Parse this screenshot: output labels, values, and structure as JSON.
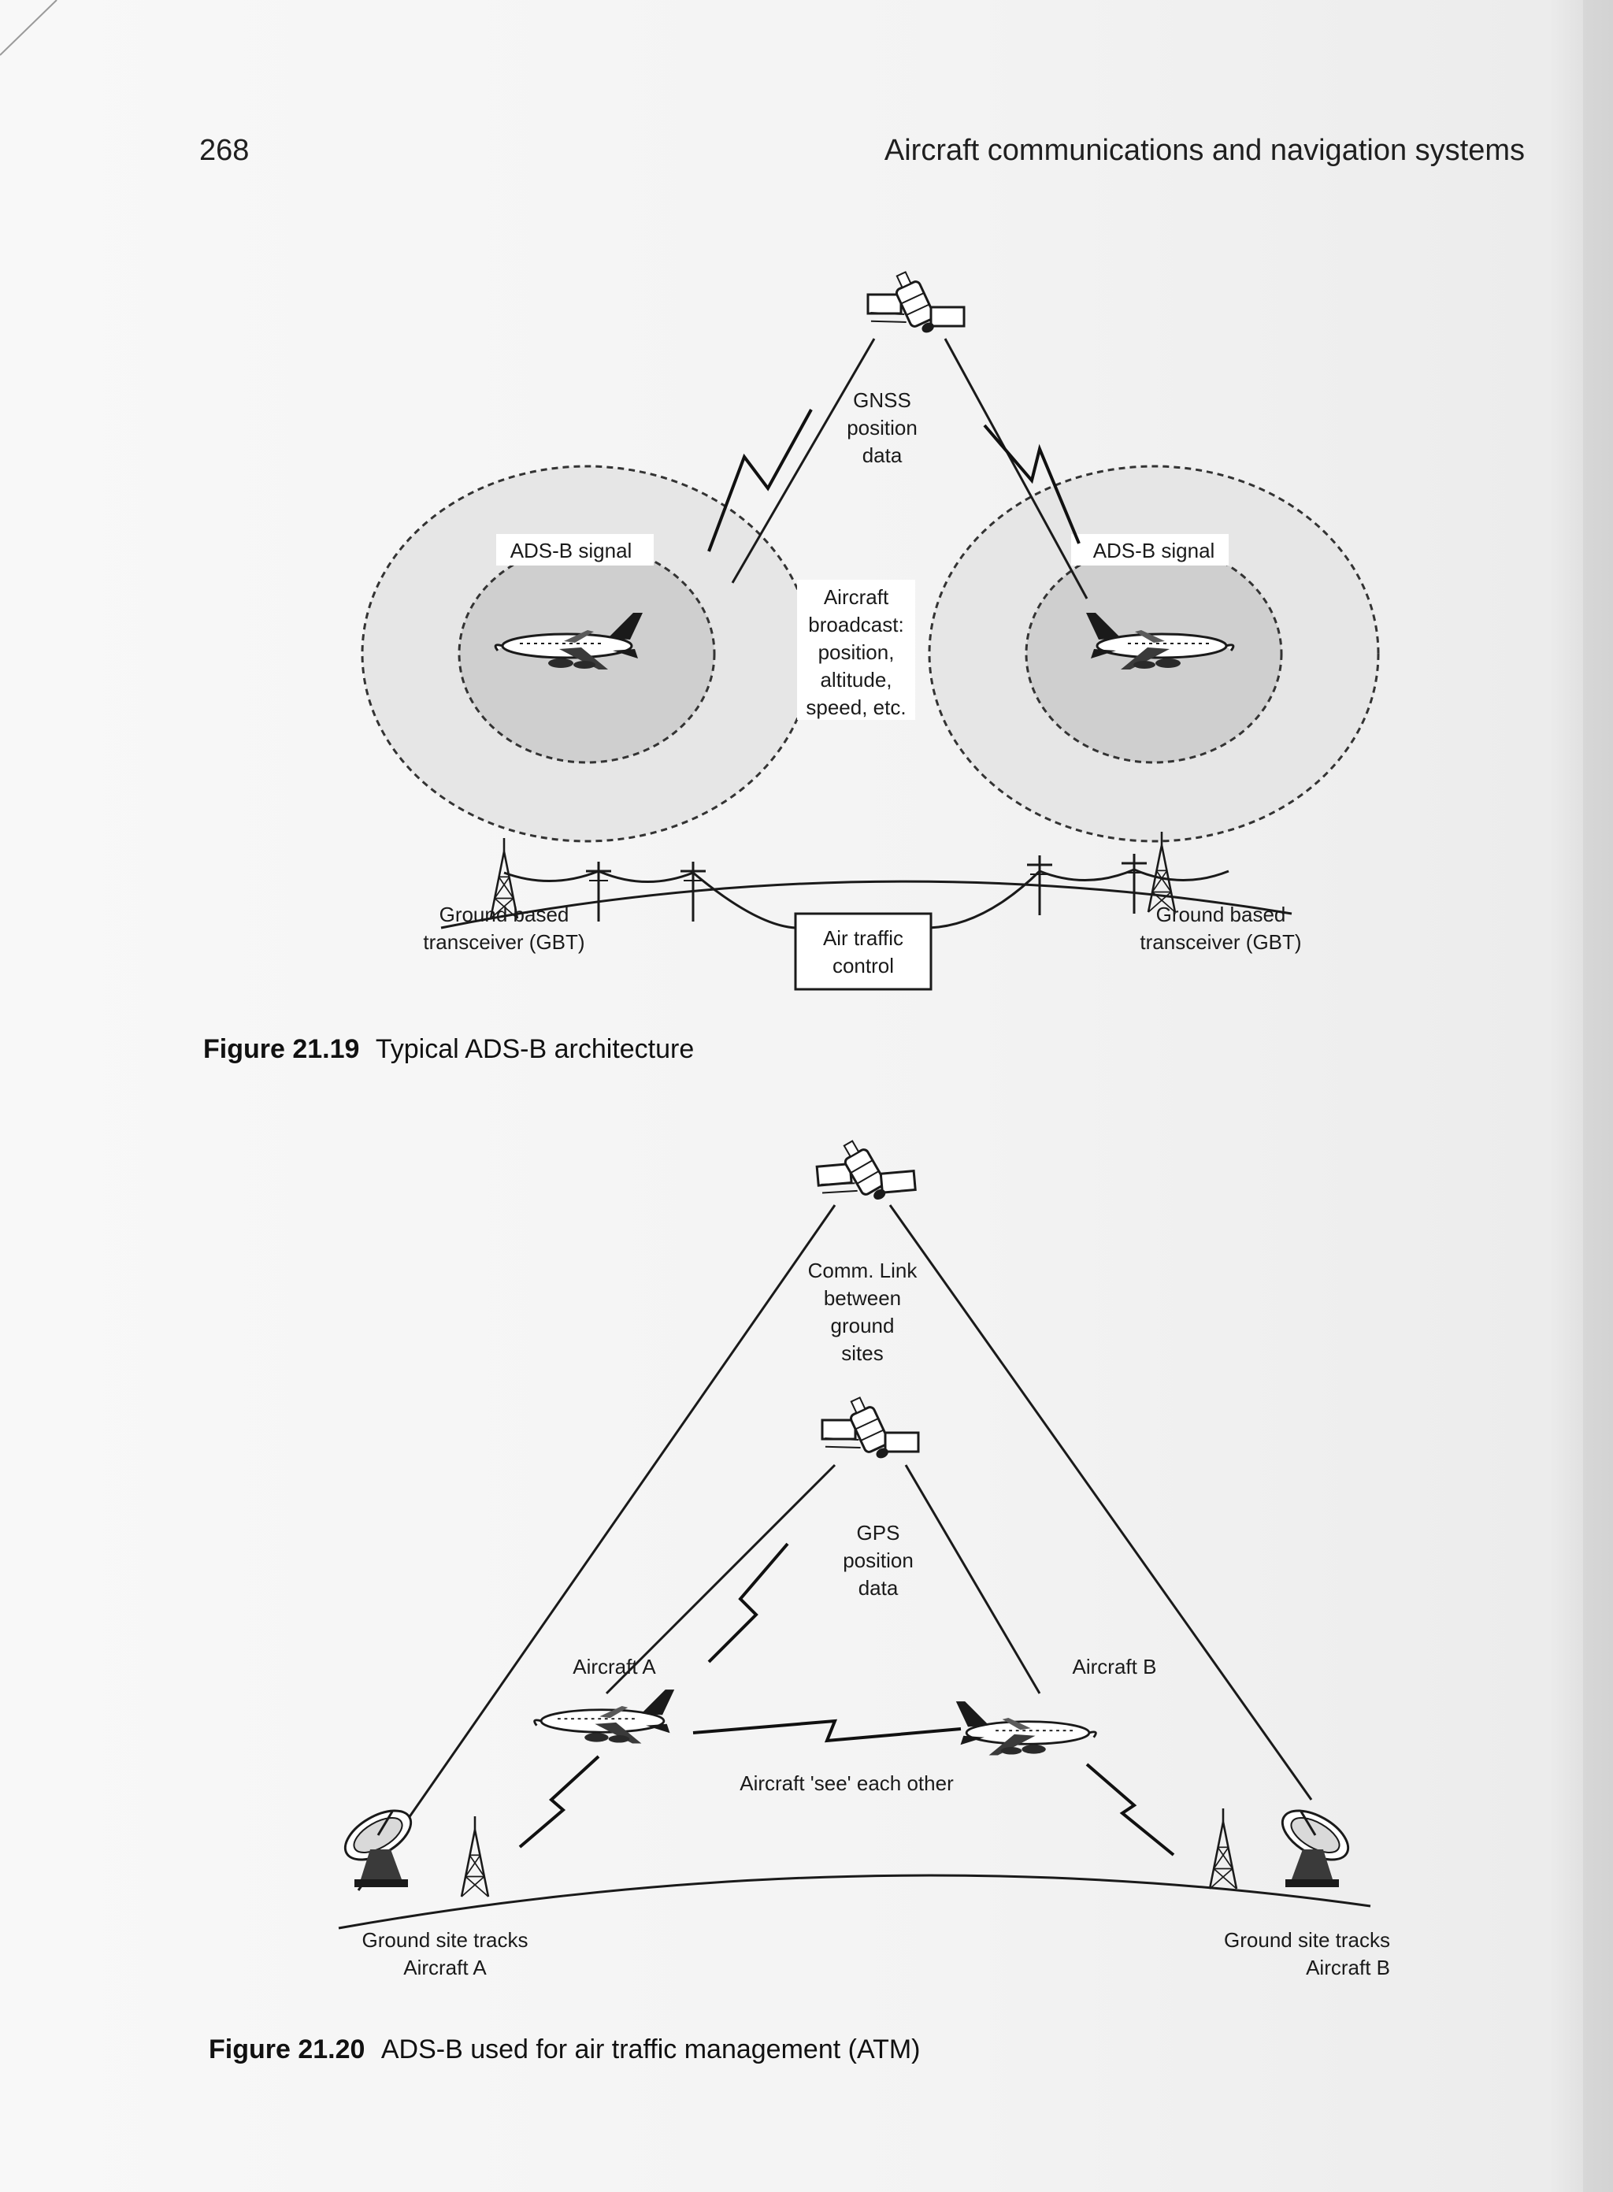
{
  "header": {
    "page_number": "268",
    "running_head": "Aircraft communications and navigation systems"
  },
  "figure_21_19": {
    "caption_number": "Figure 21.19",
    "caption_title": "Typical ADS-B architecture",
    "gnss_label": [
      "GNSS",
      "position",
      "data"
    ],
    "signal_left": "ADS-B signal",
    "signal_right": "ADS-B signal",
    "broadcast_label": [
      "Aircraft",
      "broadcast:",
      "position,",
      "altitude,",
      "speed, etc."
    ],
    "gbt_left": [
      "Ground based",
      "transceiver (GBT)"
    ],
    "gbt_right": [
      "Ground based",
      "transceiver (GBT)"
    ],
    "atc_label": [
      "Air traffic",
      "control"
    ]
  },
  "figure_21_20": {
    "caption_number": "Figure 21.20",
    "caption_title": "ADS-B used for air traffic management (ATM)",
    "comm_link_label": [
      "Comm. Link",
      "between",
      "ground",
      "sites"
    ],
    "gps_label": [
      "GPS",
      "position",
      "data"
    ],
    "aircraft_a": "Aircraft A",
    "aircraft_b": "Aircraft B",
    "see_each_other": "Aircraft 'see' each other",
    "ground_site_a": [
      "Ground site tracks",
      "Aircraft A"
    ],
    "ground_site_b": [
      "Ground site tracks",
      "Aircraft B"
    ]
  },
  "colors": {
    "outer_halo": "#e6e6e6",
    "inner_disc": "#cfcfcf",
    "ink": "#1a1a1a"
  }
}
